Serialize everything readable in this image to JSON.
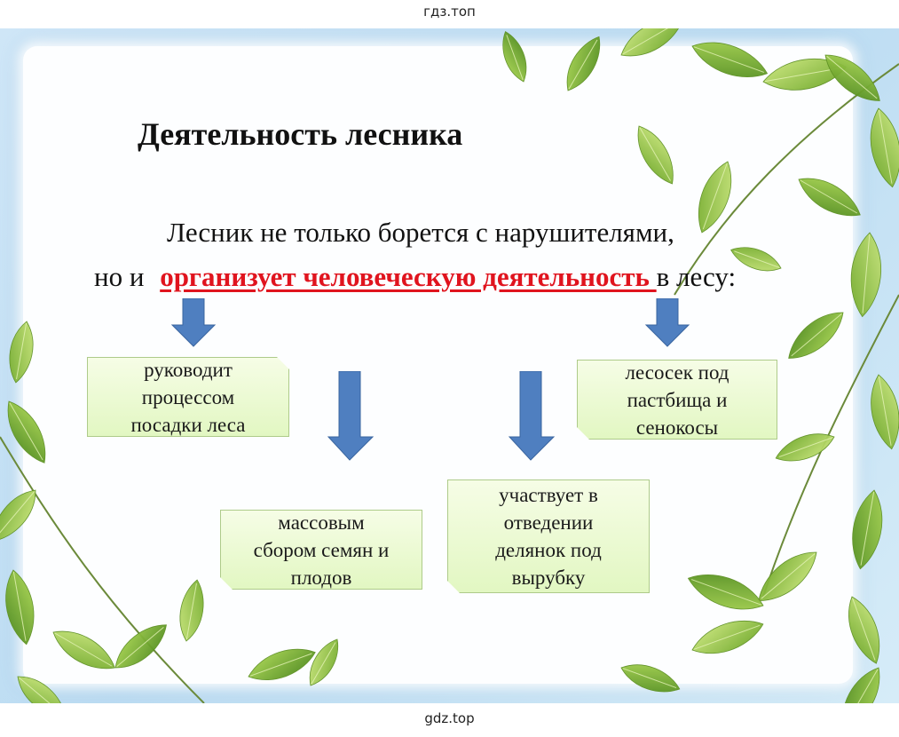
{
  "watermark": {
    "top": "гдз.топ",
    "bottom": "gdz.top"
  },
  "slide": {
    "title": "Деятельность лесника",
    "line1": "Лесник не только борется с нарушителями,",
    "line2_before": "но и ",
    "line2_highlight": "организует человеческую деятельность ",
    "line2_after": "в лесу:",
    "boxes": [
      {
        "lines": [
          "руководит",
          "процессом",
          "посадки леса"
        ]
      },
      {
        "lines": [
          "лесосек под",
          "пастбища и",
          "сенокосы"
        ]
      },
      {
        "lines": [
          "массовым",
          "сбором семян и",
          "плодов"
        ]
      },
      {
        "lines": [
          "участвует в",
          "отведении",
          "делянок под",
          "вырубку"
        ]
      }
    ]
  },
  "colors": {
    "highlight": "#e0141e",
    "arrow": "#4f7fc0",
    "box_fill": "#e8f8cf",
    "leaf": "#8fc23a"
  }
}
